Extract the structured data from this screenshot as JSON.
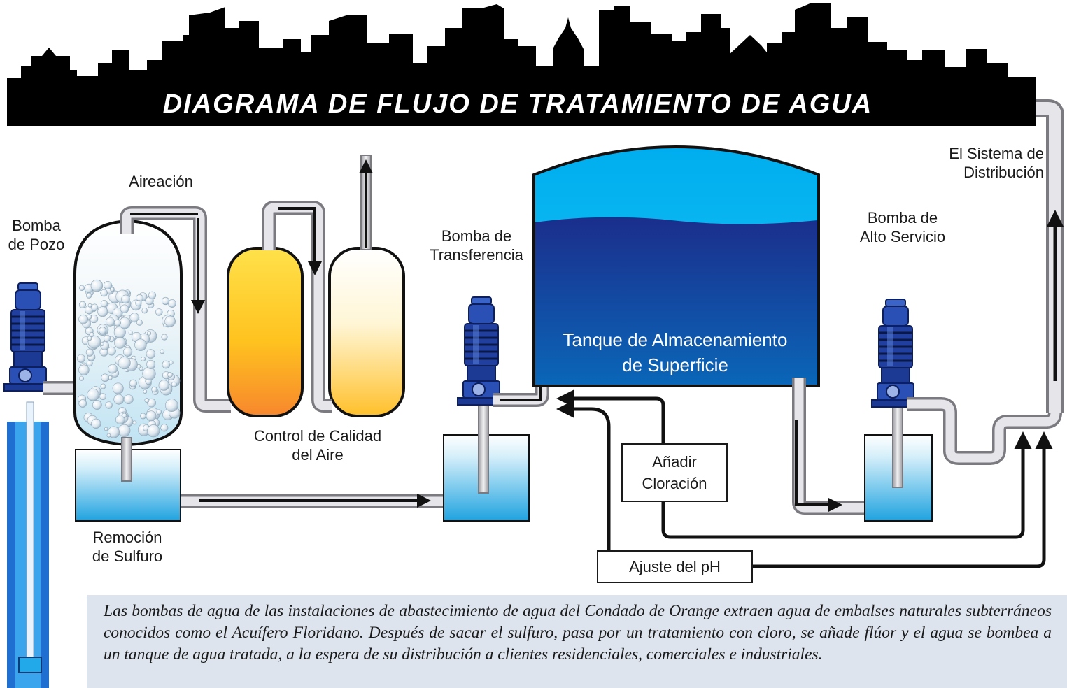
{
  "title": "DIAGRAMA DE FLUJO DE TRATAMIENTO DE AGUA",
  "labels": {
    "well_pump": [
      "Bomba",
      "de Pozo"
    ],
    "aeration": "Aireación",
    "air_quality": [
      "Control de Calidad",
      "del Aire"
    ],
    "sulfide_removal": [
      "Remoción",
      "de Sulfuro"
    ],
    "transfer_pump": [
      "Bomba de",
      "Transferencia"
    ],
    "storage_tank": [
      "Tanque de Almacenamiento",
      "de Superficie"
    ],
    "high_service_pump": [
      "Bomba de",
      "Alto Servicio"
    ],
    "distribution_system": [
      "El Sistema de",
      "Distribución"
    ],
    "add_chlorination": [
      "Añadir",
      "Cloración"
    ],
    "ph_adjust": "Ajuste del pH"
  },
  "description": "Las bombas de agua de las instalaciones de abastecimiento de agua del Condado de Orange extraen agua de embalses naturales subterráneos conocidos como el Acuífero Floridano. Después de sacar el sulfuro, pasa por un tratamiento con cloro, se añade flúor y el agua se bombea a un tanque de agua tratada, a la espera de su distribución a clientes residenciales, comerciales e industriales.",
  "colors": {
    "skyline": "#000000",
    "water_light": "#00aeef",
    "water_dark": "#1b2e8c",
    "pump_blue": "#2a4fb5",
    "pipe": "#c8c8cc",
    "description_bg": "#dde4ee"
  }
}
